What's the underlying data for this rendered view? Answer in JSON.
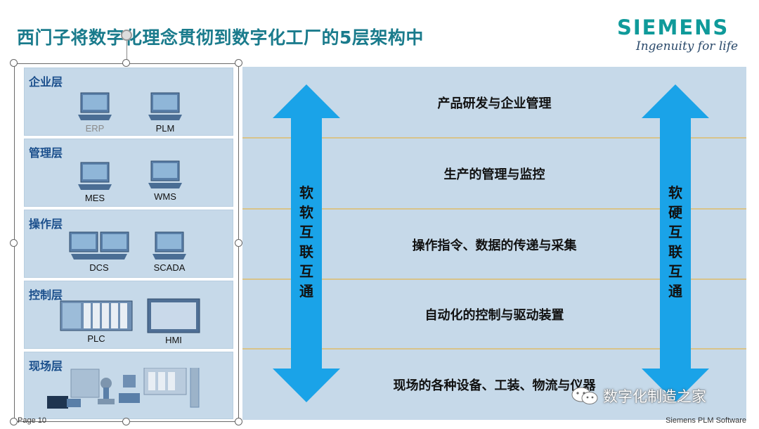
{
  "title": "西门子将数字化理念贯彻到数字化工厂的5层架构中",
  "brand": {
    "name": "SIEMENS",
    "tagline": "Ingenuity for life"
  },
  "layers": [
    {
      "name": "企业层",
      "devices": [
        "ERP",
        "PLM"
      ],
      "description": "产品研发与企业管理"
    },
    {
      "name": "管理层",
      "devices": [
        "MES",
        "WMS"
      ],
      "description": "生产的管理与监控"
    },
    {
      "name": "操作层",
      "devices": [
        "DCS",
        "SCADA"
      ],
      "description": "操作指令、数据的传递与采集"
    },
    {
      "name": "控制层",
      "devices": [
        "PLC",
        "HMI"
      ],
      "description": "自动化的控制与驱动装置"
    },
    {
      "name": "现场层",
      "devices": [],
      "description": "现场的各种设备、工装、物流与仪器"
    }
  ],
  "arrows": {
    "left": [
      "软",
      "软",
      "互",
      "联",
      "互",
      "通"
    ],
    "right": [
      "软",
      "硬",
      "互",
      "联",
      "互",
      "通"
    ]
  },
  "colors": {
    "title": "#1a7b8c",
    "brand": "#0f9a9a",
    "panel": "#c6d9e9",
    "arrow": "#1aa3e8",
    "divider": "#d8c38a"
  },
  "footer": {
    "page": "Page 10",
    "company": "Siemens PLM Software"
  },
  "watermark": "数字化制造之家"
}
